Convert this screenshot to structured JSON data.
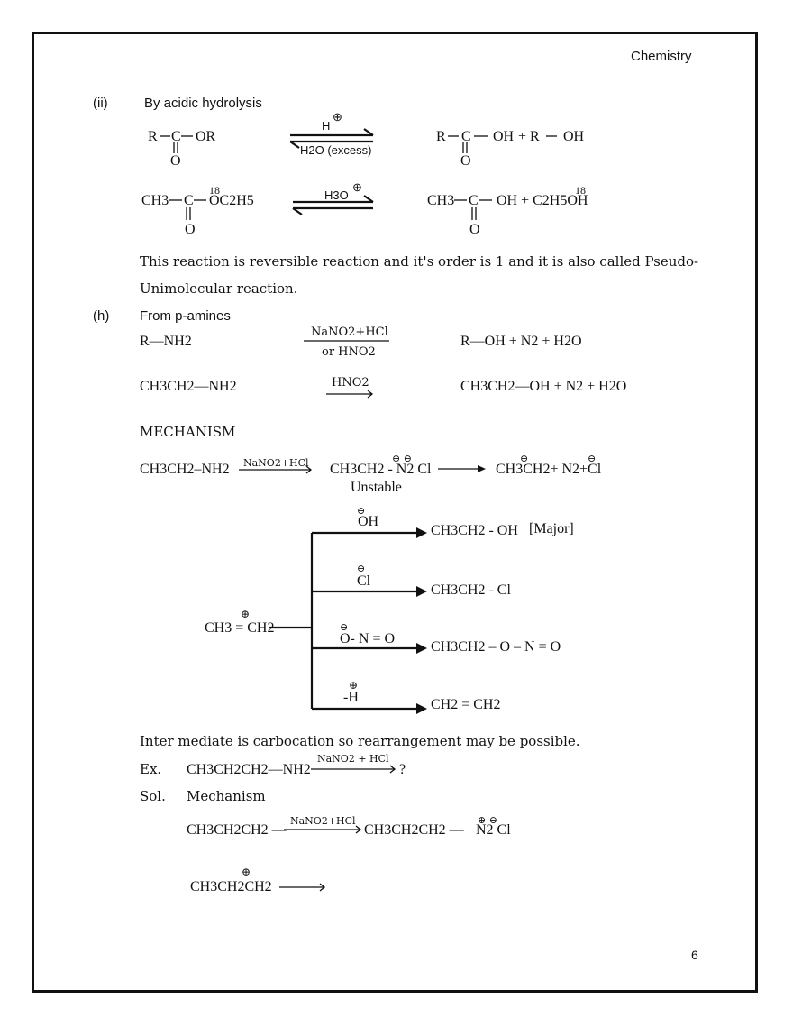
{
  "header": {
    "subject": "Chemistry"
  },
  "footer": {
    "page_number": "6"
  },
  "section_ii": {
    "label": "(ii)",
    "title": "By acidic hydrolysis",
    "r1": {
      "reactant": {
        "r": "R",
        "c": "C",
        "or": "OR",
        "o": "O"
      },
      "arrow_top": "H",
      "arrow_bottom": "H2O (excess)",
      "product": {
        "r": "R",
        "c": "C",
        "oh": "OH",
        "plus": "+ R",
        "oh2": "OH",
        "o": "O"
      }
    },
    "r2": {
      "reactant": {
        "ch3": "CH3",
        "c": "C",
        "iso": "18",
        "oc2h5": "OC2H5",
        "o": "O"
      },
      "arrow_top": "H3O",
      "product": {
        "ch3": "CH3",
        "c": "C",
        "oh": "OH + C2H5OH",
        "iso": "18",
        "o": "O"
      }
    },
    "note_line1": "This reaction is reversible reaction and it's order is 1 and it is also called Pseudo-",
    "note_line2": "Unimolecular reaction."
  },
  "section_h": {
    "label": "(h)",
    "title": "From p-amines",
    "r1": {
      "reactant": "R—NH2",
      "arrow_top": "NaNO2+HCl",
      "arrow_bottom": "or HNO2",
      "product": "R—OH + N2 + H2O"
    },
    "r2": {
      "reactant": "CH3CH2—NH2",
      "arrow_top": "HNO2",
      "product": "CH3CH2—OH + N2 + H2O"
    }
  },
  "mechanism": {
    "heading": "MECHANISM",
    "step1": {
      "reactant": "CH3CH2–NH2",
      "arrow_top": "NaNO2+HCl",
      "intermediate": "CH3CH2 - N2 Cl",
      "unstable": "Unstable",
      "product": "CH3CH2+ N2+Cl"
    },
    "carbocation": "CH3 = CH2",
    "branches": [
      {
        "reagent": "OH",
        "product": "CH3CH2 - OH",
        "note": "[Major]"
      },
      {
        "reagent": "Cl",
        "product": "CH3CH2 - Cl",
        "note": ""
      },
      {
        "reagent": "O- N = O",
        "product": "CH3CH2 – O – N = O",
        "note": ""
      },
      {
        "reagent": "-H",
        "product": "CH2 = CH2",
        "note": ""
      }
    ]
  },
  "example": {
    "note": "Inter mediate is carbocation so rearrangement may be possible.",
    "ex_label": "Ex.",
    "ex_reactant": "CH3CH2CH2—NH2",
    "ex_arrow": "NaNO2 + HCl",
    "ex_product": "?",
    "sol_label": "Sol.",
    "sol_text": "Mechanism",
    "sol_r1": "CH3CH2CH2 —",
    "sol_arrow": "NaNO2+HCl",
    "sol_p1": "CH3CH2CH2 —",
    "sol_p1b": "N2  Cl",
    "sol_r2": "CH3CH2CH2"
  }
}
